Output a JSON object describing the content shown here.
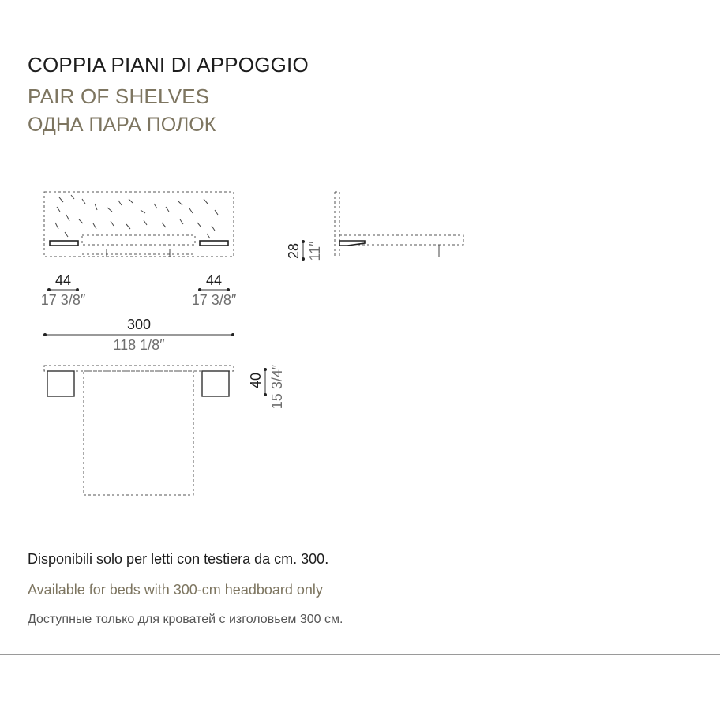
{
  "titles": {
    "it": "COPPIA PIANI DI APPOGGIO",
    "en": "PAIR OF SHELVES",
    "ru": "ОДНА ПАРА ПОЛОК"
  },
  "dimensions": {
    "shelf_left": {
      "cm": "44",
      "in": "17 3/8″"
    },
    "shelf_right": {
      "cm": "44",
      "in": "17 3/8″"
    },
    "total_width": {
      "cm": "300",
      "in": "118 1/8″"
    },
    "height": {
      "cm": "28",
      "in": "11″"
    },
    "depth": {
      "cm": "40",
      "in": "15 3/4″"
    }
  },
  "notes": {
    "it": "Disponibili solo per letti con testiera da cm. 300.",
    "en": "Available for beds with 300-cm headboard only",
    "ru": "Доступные только для кроватей с изголовьем 300 см."
  }
}
